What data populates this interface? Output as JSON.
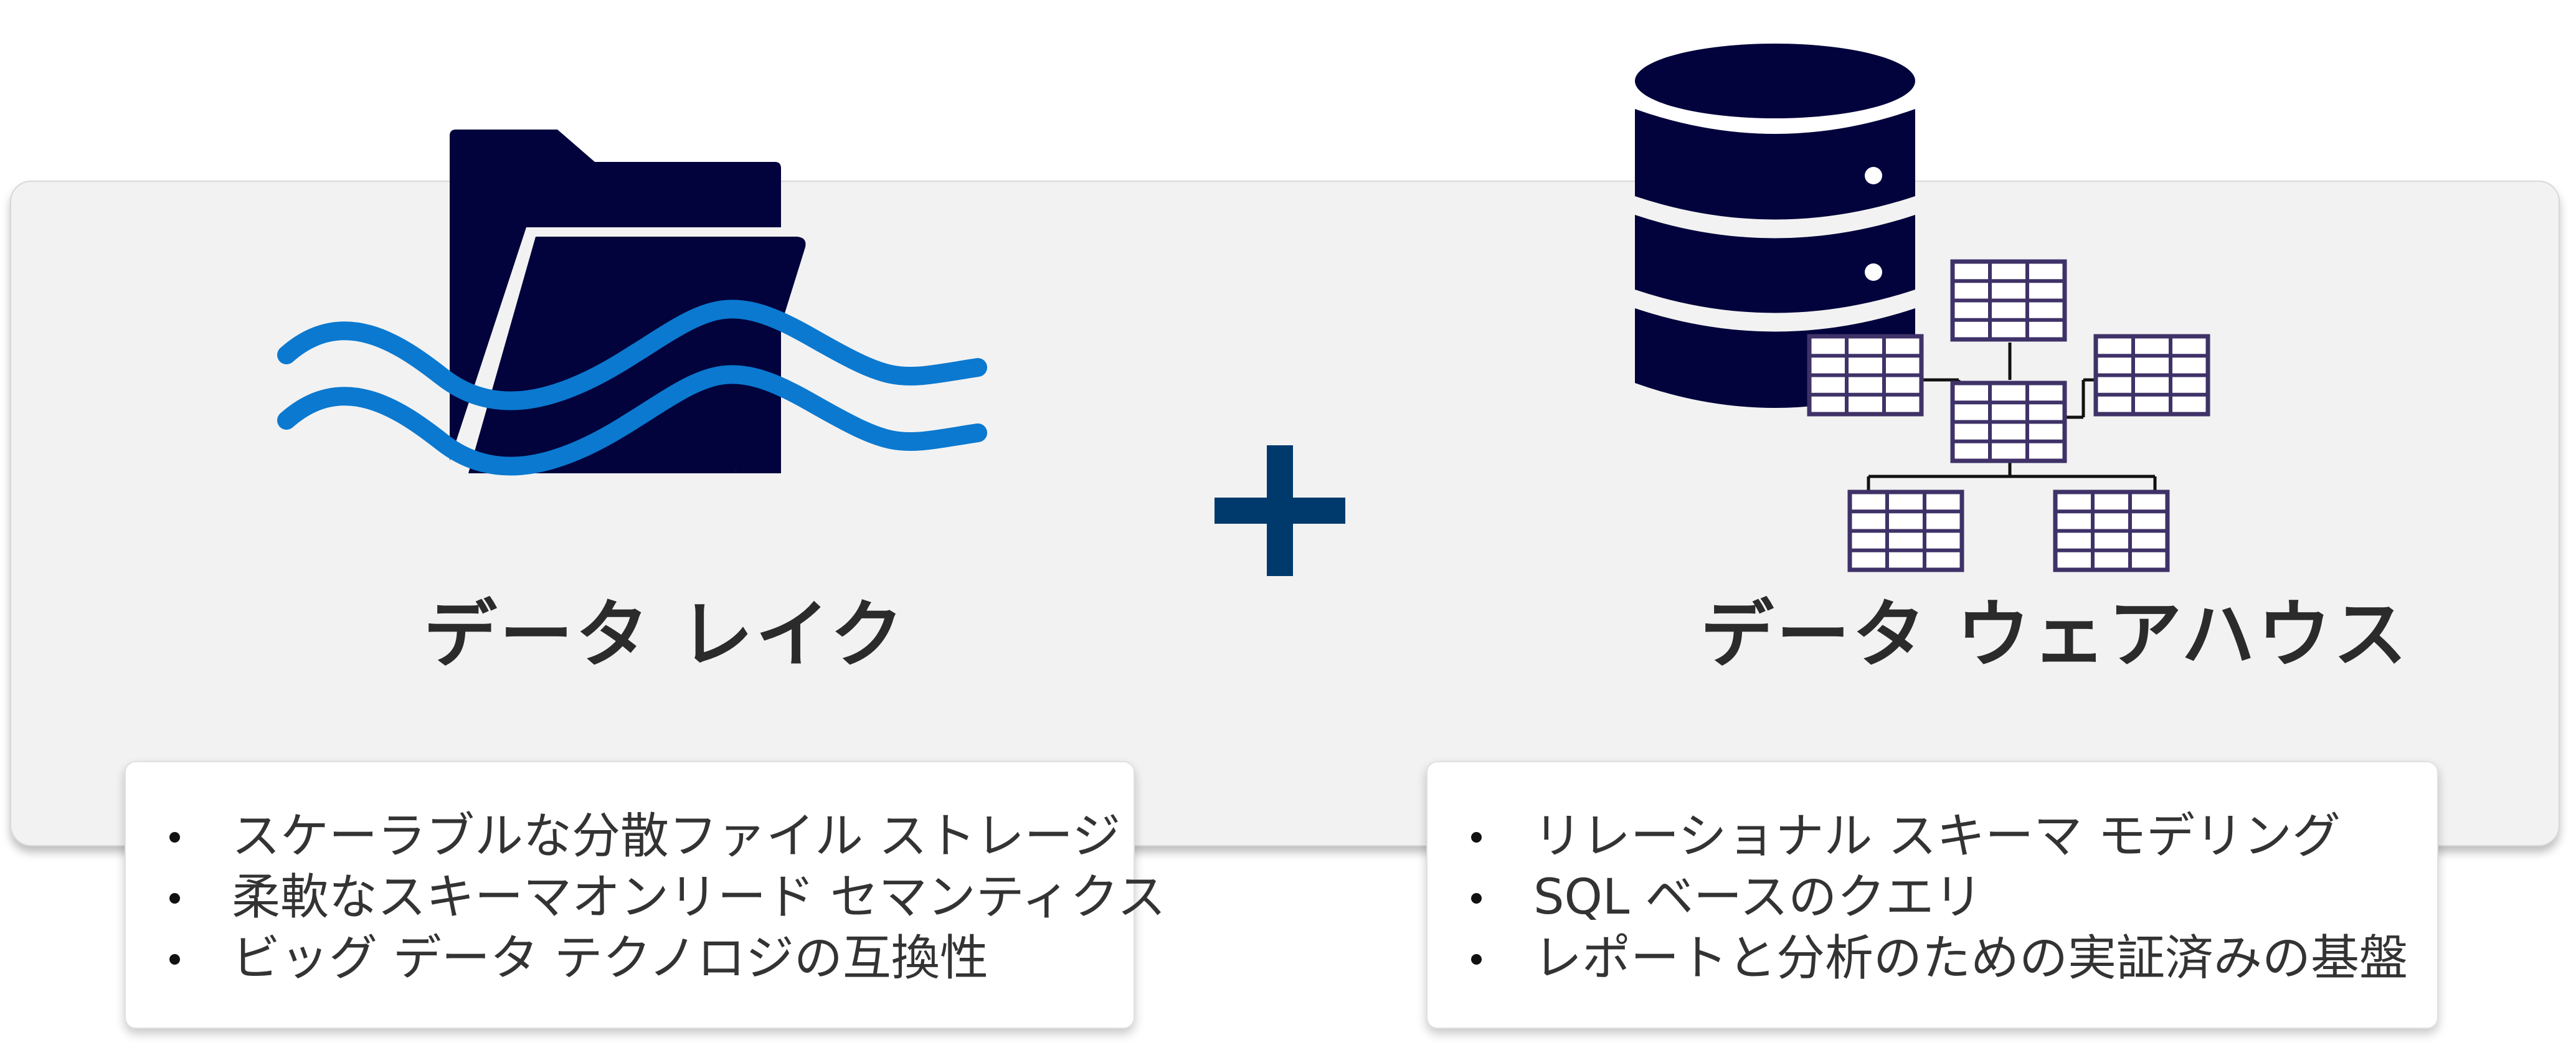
{
  "colors": {
    "navy": "#02033c",
    "wave_blue": "#0b79d0",
    "plus": "#003a6c",
    "table_purple": "#3f3268"
  },
  "data_lake": {
    "icon": "folder-waves-icon",
    "title": "データ レイク",
    "features": [
      "スケーラブルな分散ファイル ストレージ",
      "柔軟なスキーマオンリード セマンティクス",
      "ビッグ データ テクノロジの互換性"
    ]
  },
  "combinator": {
    "icon": "plus-icon"
  },
  "data_warehouse": {
    "icon": "database-schema-icon",
    "title": "データ ウェアハウス",
    "features": [
      "リレーショナル スキーマ モデリング",
      "SQL ベースのクエリ",
      "レポートと分析のための実証済みの基盤"
    ]
  }
}
